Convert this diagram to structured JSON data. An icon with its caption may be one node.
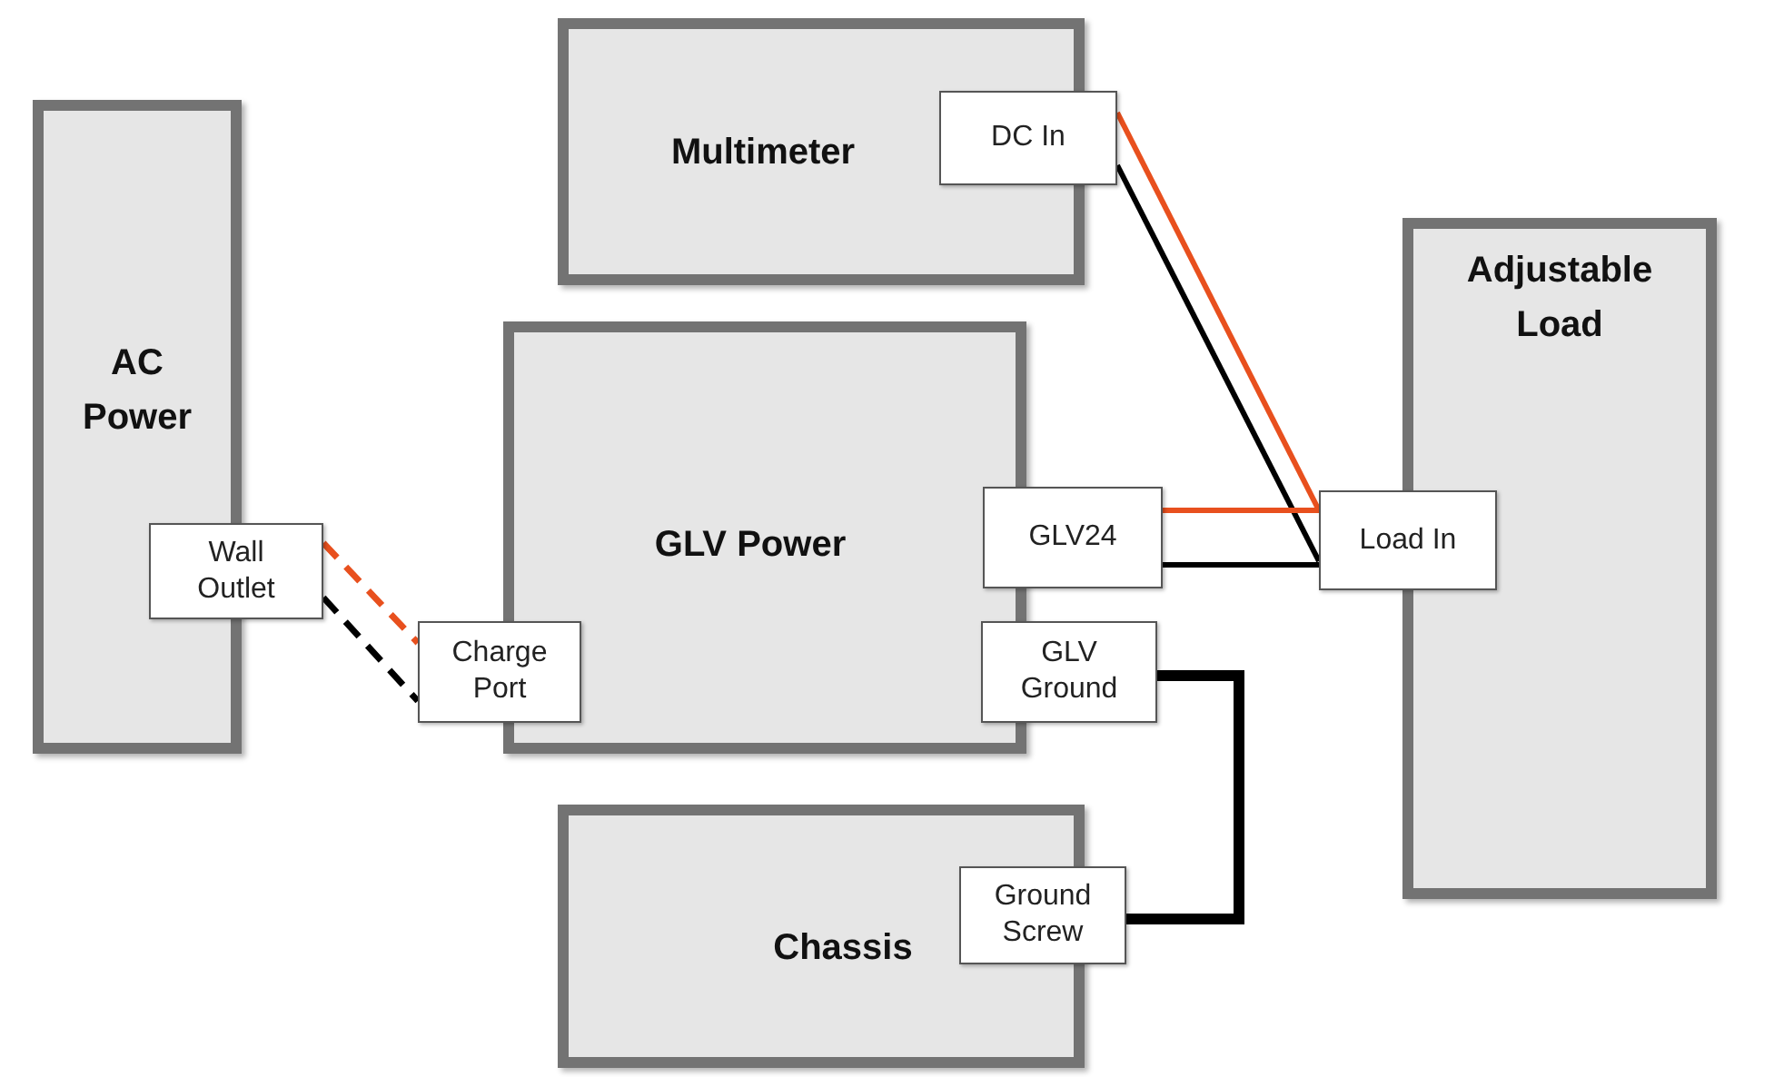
{
  "diagram": {
    "nodes": [
      {
        "text": [
          "AC Power"
        ]
      },
      {
        "text": [
          "Wall Outlet"
        ]
      },
      {
        "text": [
          "Multimeter"
        ]
      },
      {
        "text": [
          "DC In"
        ]
      },
      {
        "text": [
          "GLV Power"
        ]
      },
      {
        "text": [
          "GLV24"
        ]
      },
      {
        "text": [
          "Charge Port"
        ]
      },
      {
        "text": [
          "GLV Ground"
        ]
      },
      {
        "text": [
          "Chassis"
        ]
      },
      {
        "text": [
          "Ground Screw"
        ]
      },
      {
        "text": [
          "Adjustable Load"
        ]
      },
      {
        "text": [
          "Load In"
        ]
      }
    ],
    "edges": [
      {
        "from": 1,
        "to": 6,
        "arrow": "none",
        "style": "dashed",
        "color": "#e8501e"
      },
      {
        "from": 1,
        "to": 6,
        "arrow": "none",
        "style": "dashed"
      },
      {
        "from": 3,
        "to": 11,
        "arrow": "none",
        "color": "#e8501e"
      },
      {
        "from": 3,
        "to": 11,
        "arrow": "none"
      },
      {
        "from": 5,
        "to": 11,
        "arrow": "none",
        "color": "#e8501e"
      },
      {
        "from": 5,
        "to": 11,
        "arrow": "none"
      },
      {
        "from": 7,
        "to": 9,
        "arrow": "none",
        "style": "thick"
      }
    ]
  }
}
